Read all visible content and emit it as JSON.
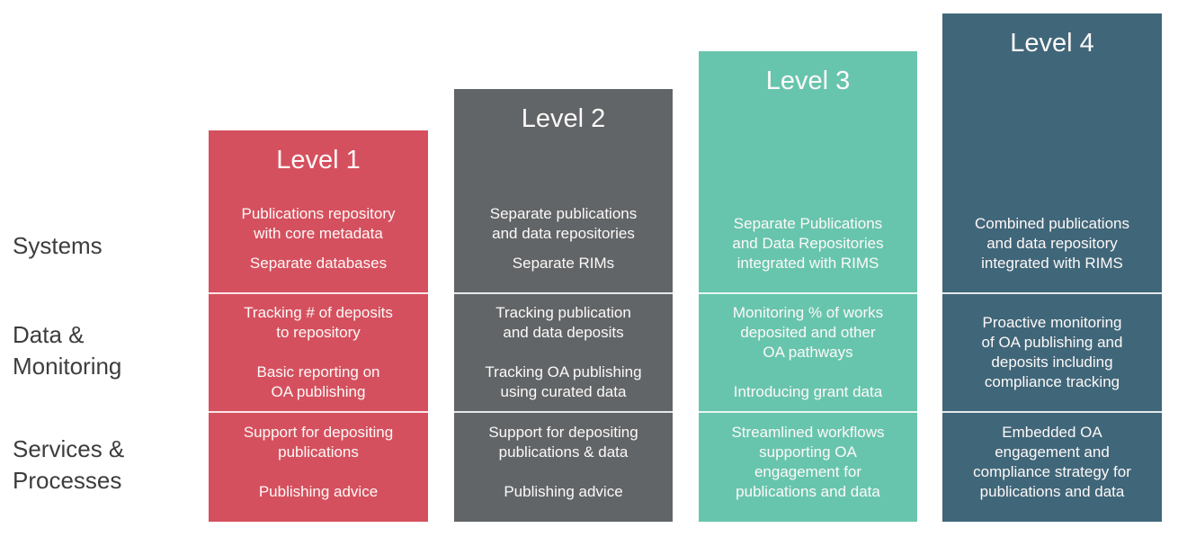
{
  "diagram": {
    "background_color": "#ffffff",
    "text_on_color": "#fdf9f8",
    "row_label_color": "#3d3d40",
    "divider_color": "rgba(255,255,255,0.85)"
  },
  "row_labels": [
    {
      "label": "Systems"
    },
    {
      "label": "Data &\nMonitoring"
    },
    {
      "label": "Services &\nProcesses"
    }
  ],
  "columns": [
    {
      "header": "Level 1",
      "color": "#d5505e",
      "systems": [
        "Publications repository\nwith core metadata",
        "Separate databases"
      ],
      "data_monitoring": [
        "Tracking # of deposits\nto repository",
        "Basic reporting on\nOA publishing"
      ],
      "services_processes": [
        "Support for depositing\npublications",
        "Publishing advice"
      ]
    },
    {
      "header": "Level 2",
      "color": "#616567",
      "systems": [
        "Separate publications\nand data repositories",
        "Separate RIMs"
      ],
      "data_monitoring": [
        "Tracking publication\nand data deposits",
        "Tracking OA publishing\nusing curated data"
      ],
      "services_processes": [
        "Support for depositing\npublications & data",
        "Publishing advice"
      ]
    },
    {
      "header": "Level 3",
      "color": "#68c5ad",
      "systems": [
        "Separate Publications\nand Data Repositories\nintegrated with RIMS"
      ],
      "data_monitoring": [
        "Monitoring % of works\ndeposited and other\nOA pathways",
        "Introducing grant data"
      ],
      "services_processes": [
        "Streamlined workflows\nsupporting OA\nengagement for\npublications and data"
      ]
    },
    {
      "header": "Level 4",
      "color": "#406679",
      "systems": [
        "Combined publications\nand data repository\nintegrated with RIMS"
      ],
      "data_monitoring": [
        "Proactive monitoring\nof OA publishing and\ndeposits including\ncompliance tracking"
      ],
      "services_processes": [
        "Embedded OA\nengagement and\ncompliance strategy for\npublications and data"
      ]
    }
  ]
}
